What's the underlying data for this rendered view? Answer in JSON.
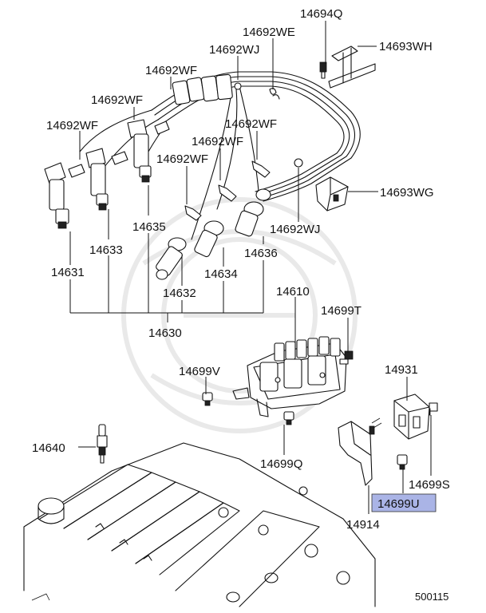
{
  "diagram": {
    "code": "500115",
    "highlight_color": "#aab4e6",
    "labels": {
      "p14694Q": "14694Q",
      "p14692WE": "14692WE",
      "p14693WH": "14693WH",
      "p14692WJ_top": "14692WJ",
      "p14692WF_1": "14692WF",
      "p14692WF_2": "14692WF",
      "p14692WF_3": "14692WF",
      "p14692WF_4": "14692WF",
      "p14692WF_5": "14692WF",
      "p14692WF_6": "14692WF",
      "p14693WG": "14693WG",
      "p14635": "14635",
      "p14692WJ_mid": "14692WJ",
      "p14633": "14633",
      "p14636": "14636",
      "p14631": "14631",
      "p14634": "14634",
      "p14632": "14632",
      "p14610": "14610",
      "p14699T": "14699T",
      "p14630": "14630",
      "p14699V": "14699V",
      "p14931": "14931",
      "p14640": "14640",
      "p14699Q": "14699Q",
      "p14699S": "14699S",
      "p14699U": "14699U",
      "p14914": "14914"
    }
  }
}
